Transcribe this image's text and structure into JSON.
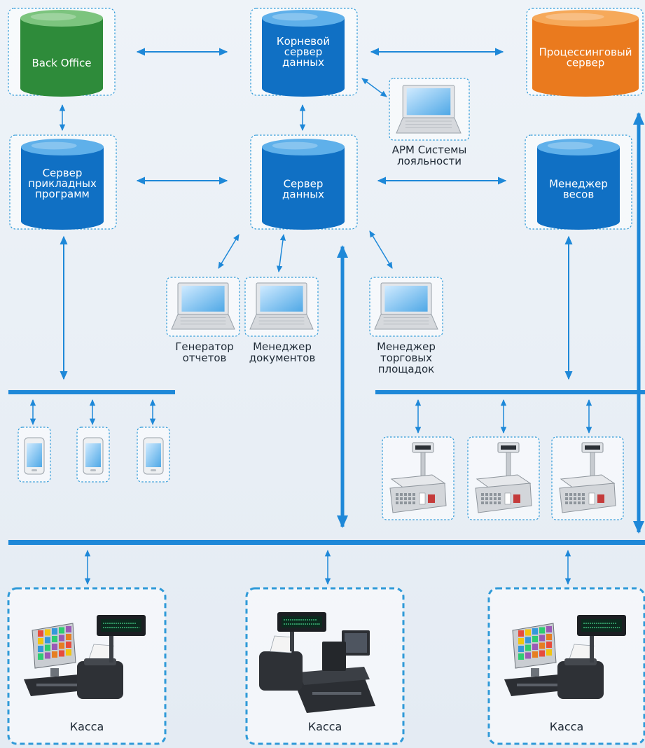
{
  "servers": {
    "back_office": {
      "lines": [
        "Back Office"
      ],
      "color": "green"
    },
    "root": {
      "lines": [
        "Корневой",
        "сервер",
        "данных"
      ],
      "color": "blue"
    },
    "processing": {
      "lines": [
        "Процессинговый",
        "сервер"
      ],
      "color": "orange"
    },
    "app": {
      "lines": [
        "Сервер",
        "прикладных",
        "программ"
      ],
      "color": "blue"
    },
    "data": {
      "lines": [
        "Сервер",
        "данных"
      ],
      "color": "blue"
    },
    "scales_mgr": {
      "lines": [
        "Менеджер",
        "весов"
      ],
      "color": "blue"
    }
  },
  "workstations": {
    "loyalty": {
      "lines": [
        "АРМ Системы",
        "лояльности"
      ]
    },
    "reports": {
      "lines": [
        "Генератор",
        "отчетов"
      ]
    },
    "docs": {
      "lines": [
        "Менеджер",
        "документов"
      ]
    },
    "trade": {
      "lines": [
        "Менеджер",
        "торговых",
        "площадок"
      ]
    }
  },
  "registers": [
    {
      "label": "Касса"
    },
    {
      "label": "Касса"
    },
    {
      "label": "Касса"
    }
  ],
  "device_counts": {
    "mobile_devices": 3,
    "scales": 3
  },
  "colors": {
    "arrow": "#1e88d8",
    "bus": "#1e88d8",
    "blue_db_top": "#5fb0ea",
    "blue_db_body": "#1070c4",
    "green_db_top": "#7cc47e",
    "green_db_body": "#2e8b3a",
    "orange_db_top": "#f6a95a",
    "orange_db_body": "#ea7a1e",
    "dashed_border": "#2f9ad8",
    "background": "#e9eff5"
  }
}
